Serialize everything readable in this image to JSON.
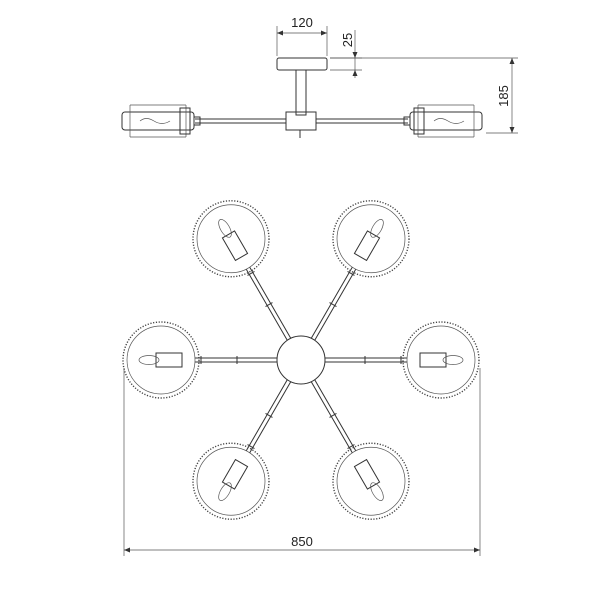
{
  "dimensions": {
    "canopy_width": "120",
    "canopy_height": "25",
    "total_height": "185",
    "total_width": "850"
  },
  "views": {
    "side": {
      "arms": 2,
      "icon": "pendant-light-side-view"
    },
    "top": {
      "arms": 6,
      "icon": "six-arm-chandelier-top-view"
    }
  },
  "colors": {
    "line": "#333333",
    "background": "#ffffff"
  }
}
